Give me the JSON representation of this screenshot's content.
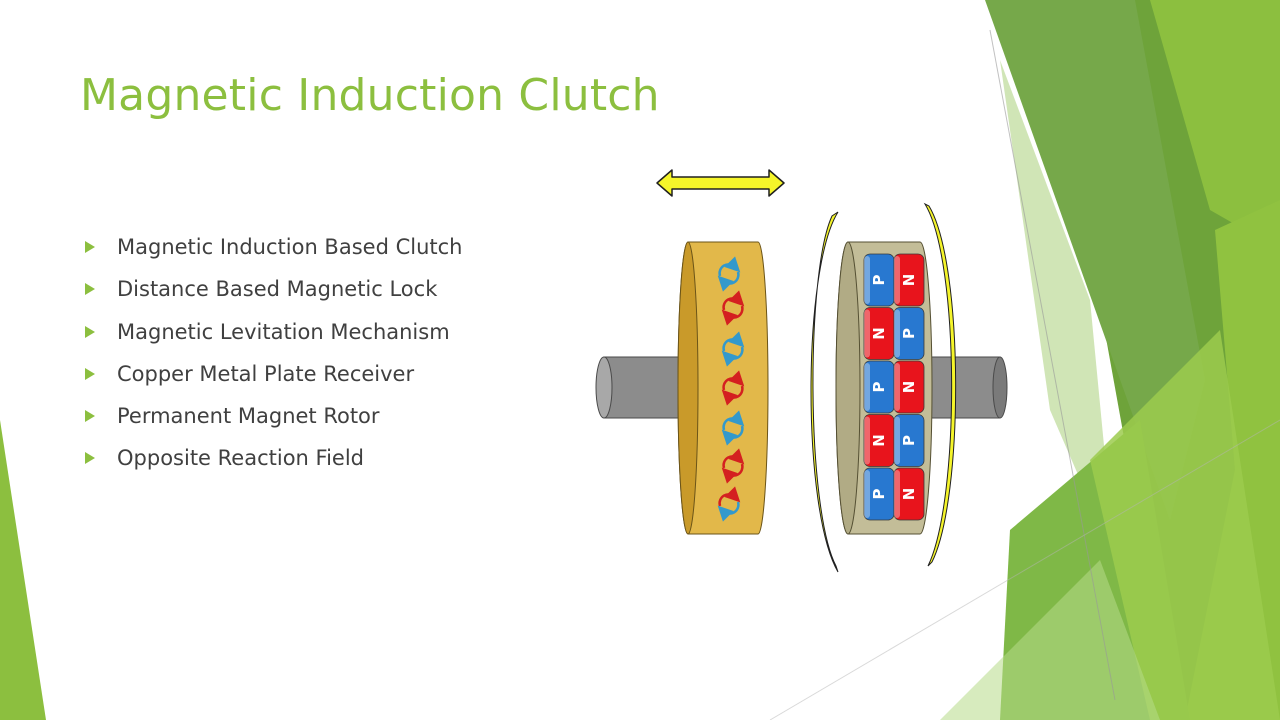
{
  "slide": {
    "title": "Magnetic Induction Clutch",
    "bullets": [
      "Magnetic Induction Based Clutch",
      "Distance Based Magnetic Lock",
      "Magnetic Levitation Mechanism",
      "Copper Metal Plate Receiver",
      "Permanent Magnet Rotor",
      "Opposite Reaction Field"
    ],
    "accent_color": "#8cbf3f",
    "bullet_icon": "triangle-right-icon"
  },
  "diagram": {
    "magnet_rows": [
      {
        "left": "P",
        "right": "N",
        "left_color": "#2878d0",
        "right_color": "#e8141c"
      },
      {
        "left": "N",
        "right": "P",
        "left_color": "#e8141c",
        "right_color": "#2878d0"
      },
      {
        "left": "P",
        "right": "N",
        "left_color": "#2878d0",
        "right_color": "#e8141c"
      },
      {
        "left": "N",
        "right": "P",
        "left_color": "#e8141c",
        "right_color": "#2878d0"
      },
      {
        "left": "P",
        "right": "N",
        "left_color": "#2878d0",
        "right_color": "#e8141c"
      }
    ],
    "copper_plate_color": "#e2b84a",
    "rotor_body_color": "#c3bd98",
    "shaft_color": "#8c8c8c",
    "arrow_color": "#f5f52a",
    "eddy_current_count": 7
  }
}
